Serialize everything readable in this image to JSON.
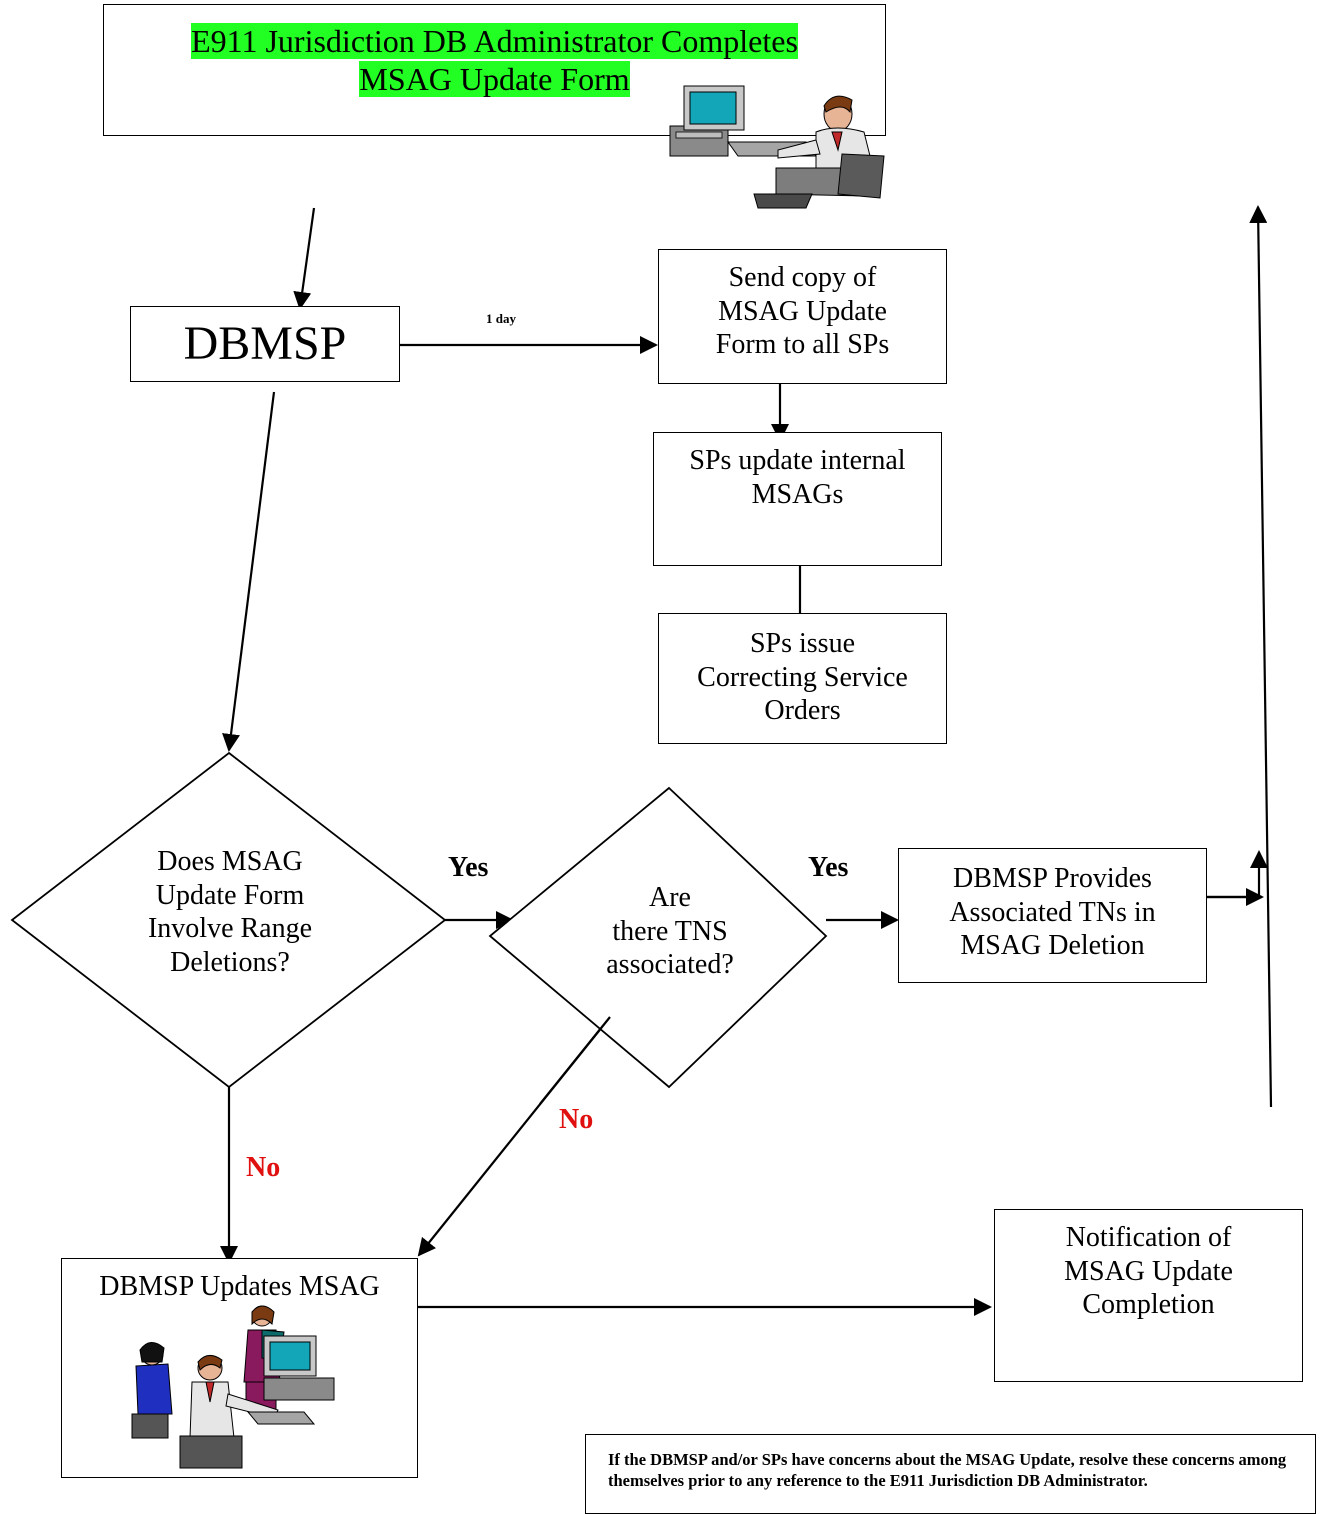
{
  "title": {
    "line1": "E911 Jurisdiction DB Administrator Completes",
    "line2": "MSAG Update Form"
  },
  "nodes": {
    "dbmsp": "DBMSP",
    "send_copy": {
      "l1": "Send copy of",
      "l2": "MSAG Update",
      "l3": "Form to all SPs"
    },
    "sps_update": {
      "l1": "SPs update internal",
      "l2": "MSAGs"
    },
    "sps_issue": {
      "l1": "SPs issue",
      "l2": "Correcting Service",
      "l3": "Orders"
    },
    "decision1": {
      "l1": "Does MSAG",
      "l2": "Update Form",
      "l3": "Involve Range",
      "l4": "Deletions?"
    },
    "decision2": {
      "l1": "Are",
      "l2": "there TNS",
      "l3": "associated?"
    },
    "provides": {
      "l1": "DBMSP Provides",
      "l2": "Associated TNs in",
      "l3": "MSAG Deletion"
    },
    "updates": "DBMSP Updates MSAG",
    "notification": {
      "l1": "Notification of",
      "l2": "MSAG Update",
      "l3": "Completion"
    }
  },
  "edge_labels": {
    "one_day": "1 day",
    "yes1": "Yes",
    "yes2": "Yes",
    "no1": "No",
    "no2": "No"
  },
  "note": "If the DBMSP and/or SPs have concerns about the MSAG Update, resolve these concerns among themselves prior to any reference to the E911 Jurisdiction DB Administrator.",
  "colors": {
    "highlight": "#22ff22",
    "no_label": "#e01010"
  },
  "icons": [
    "computer-operator-clipart",
    "office-team-clipart"
  ]
}
